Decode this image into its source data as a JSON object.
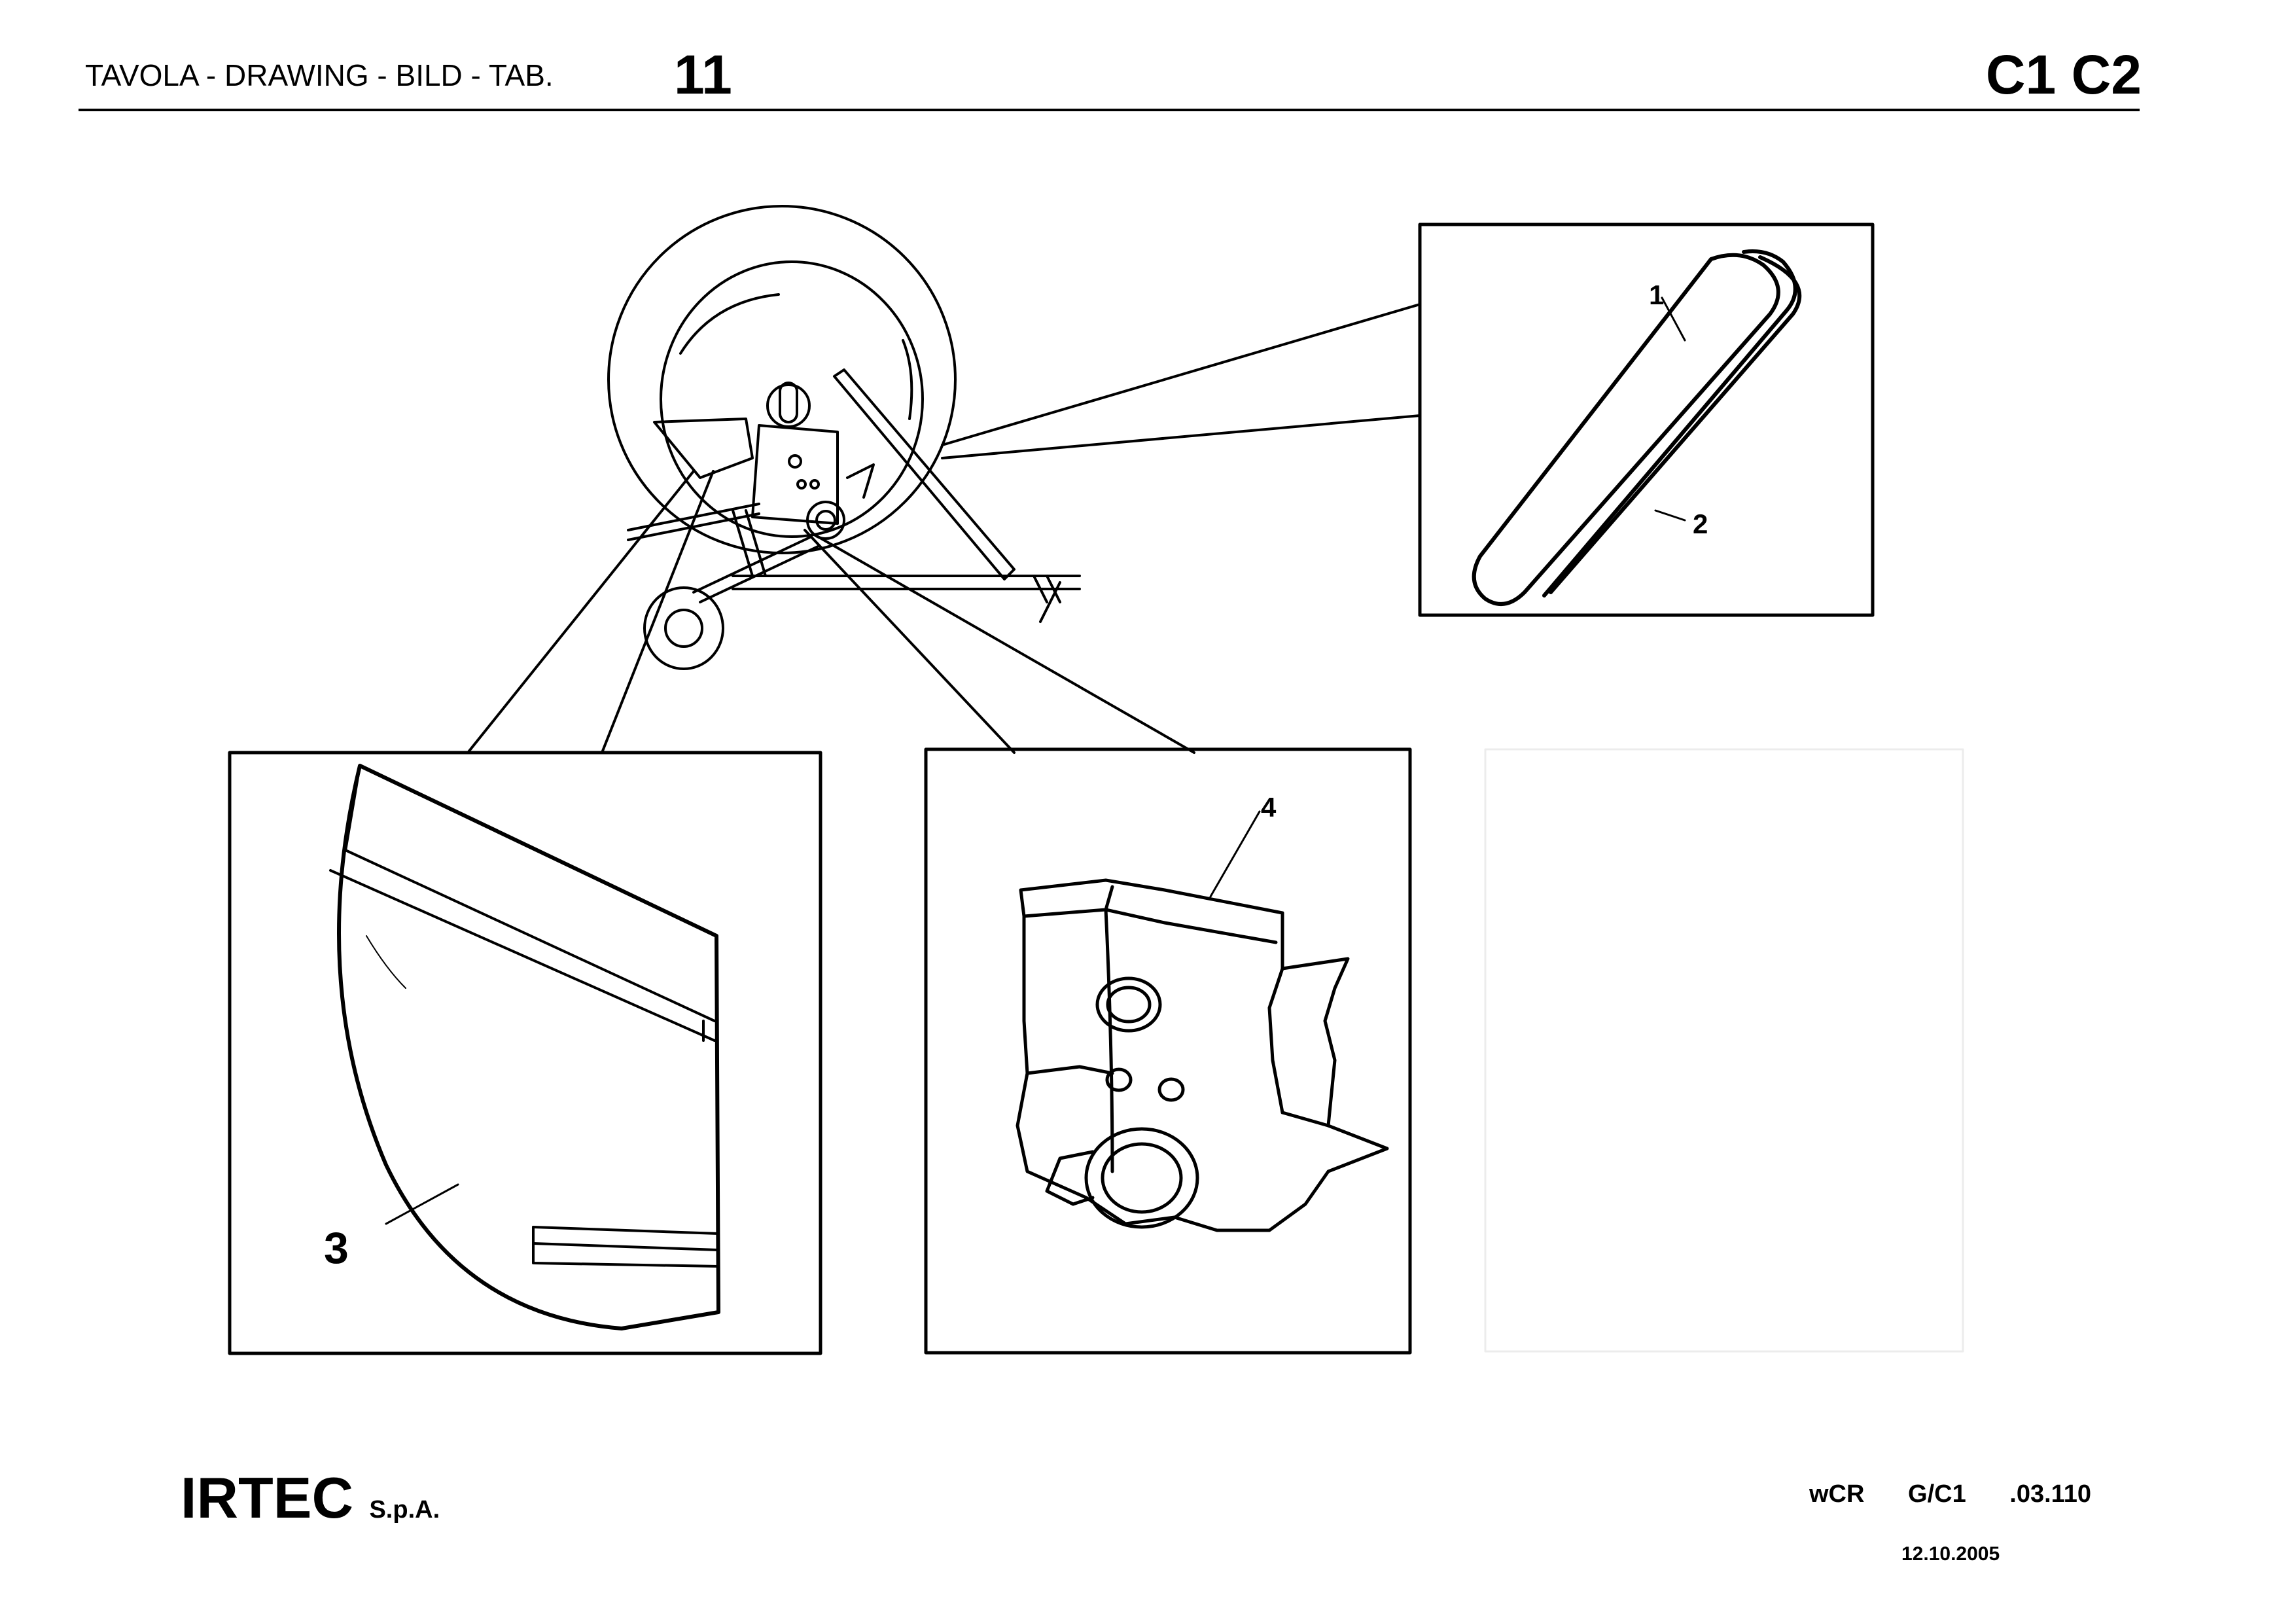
{
  "header": {
    "title": "TAVOLA - DRAWING - BILD - TAB.",
    "table_number": "11",
    "models": "C1 C2"
  },
  "parts": [
    {
      "callout": "1"
    },
    {
      "callout": "2"
    },
    {
      "callout": "3"
    },
    {
      "callout": "4"
    }
  ],
  "footer": {
    "company": "IRTEC",
    "company_suffix": "S.p.A.",
    "code": [
      "wCR",
      "G/C1",
      ".03.110"
    ],
    "date": "12.10.2005"
  }
}
